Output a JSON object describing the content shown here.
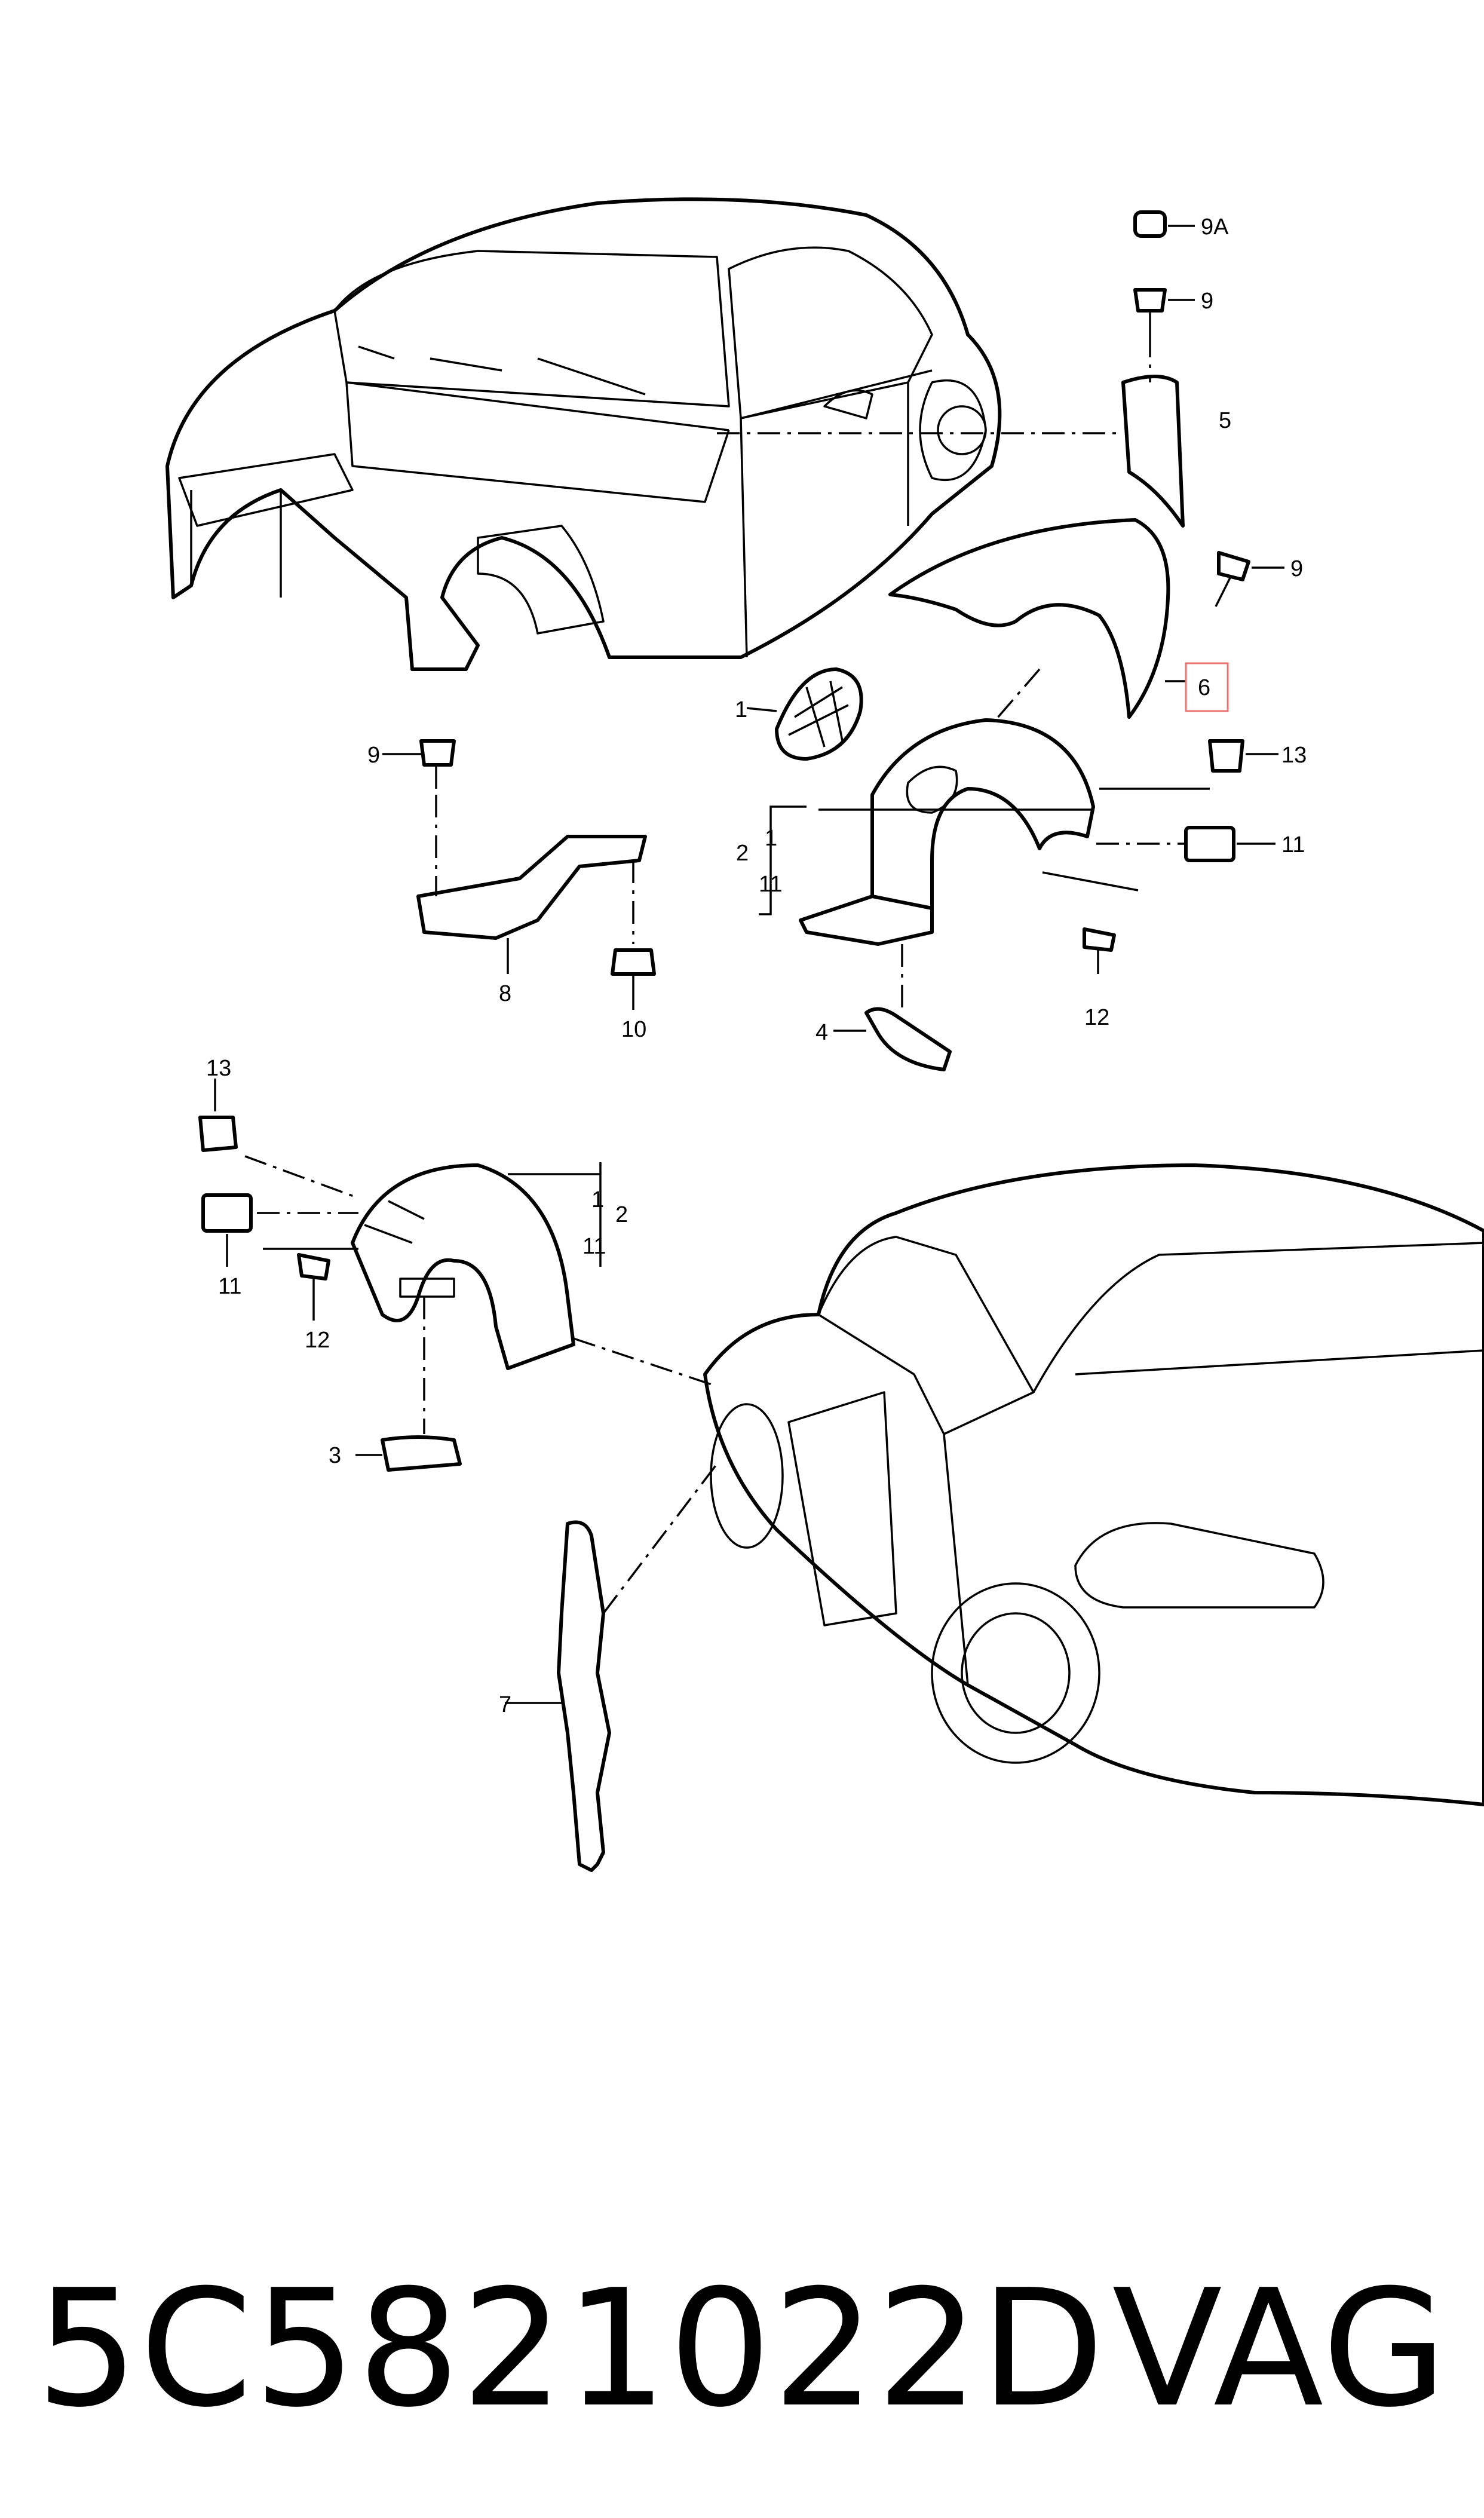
{
  "diagram": {
    "callouts": {
      "c1": "1",
      "c2a": "2",
      "c1a": "1",
      "c11a": "11",
      "c3": "3",
      "c4": "4",
      "c5": "5",
      "c6": "6",
      "c7": "7",
      "c8": "8",
      "c9a": "9A",
      "c9b": "9",
      "c9c": "9",
      "c9d": "9",
      "c10": "10",
      "c11b": "11",
      "c11c": "11",
      "c12a": "12",
      "c12b": "12",
      "c13a": "13",
      "c13b": "13",
      "c2b": "2",
      "c1b": "1",
      "c11d": "11"
    },
    "highlighted_callout": "6",
    "highlight_color": "#e8736f"
  },
  "footer": {
    "part_number": "5C5821022D",
    "brand": "VAG"
  }
}
